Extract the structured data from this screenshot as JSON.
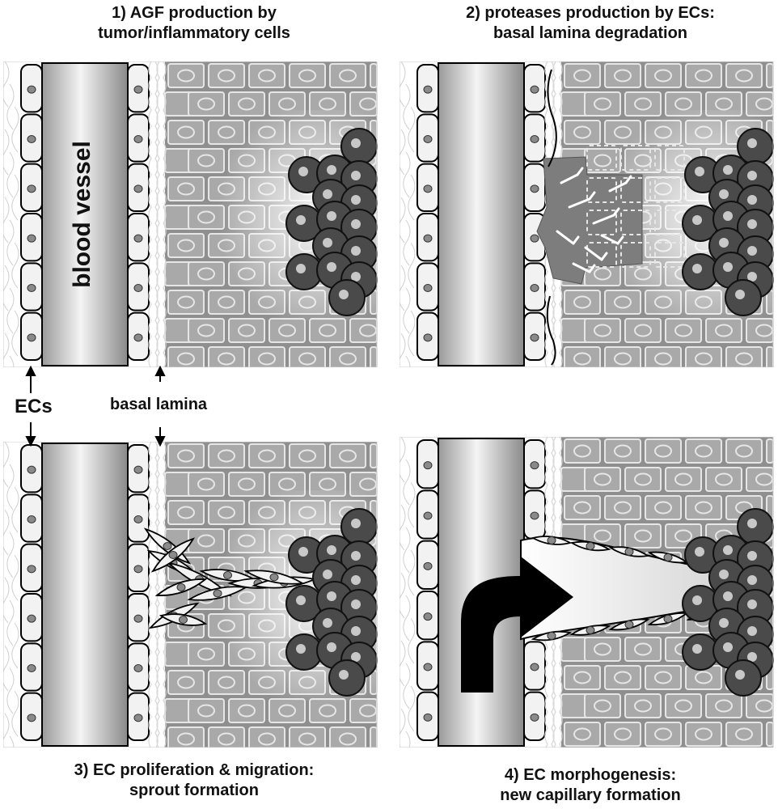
{
  "panels": [
    {
      "id": "p1",
      "title_lines": [
        "1) AGF production by",
        "tumor/inflammatory cells"
      ]
    },
    {
      "id": "p2",
      "title_lines": [
        "2) proteases production by ECs:",
        "basal lamina degradation"
      ]
    },
    {
      "id": "p3",
      "title_lines": [
        "3) EC proliferation & migration:",
        "sprout formation"
      ]
    },
    {
      "id": "p4",
      "title_lines": [
        "4) EC morphogenesis:",
        "new capillary formation"
      ]
    }
  ],
  "labels": {
    "blood_vessel": "blood vessel",
    "ecs": "ECs",
    "basal_lamina": "basal lamina"
  },
  "colors": {
    "tissue": "#8f8f8f",
    "tissue_cell": "#a9a9a9",
    "tissue_cell_outline": "#e6e6e6",
    "tumor_cell": "#4a4a4a",
    "tumor_nucleus": "#c8c8c8",
    "endothelial_cell": "#f2f2f2",
    "ec_nucleus": "#8a8a8a",
    "arrow": "#000000"
  }
}
